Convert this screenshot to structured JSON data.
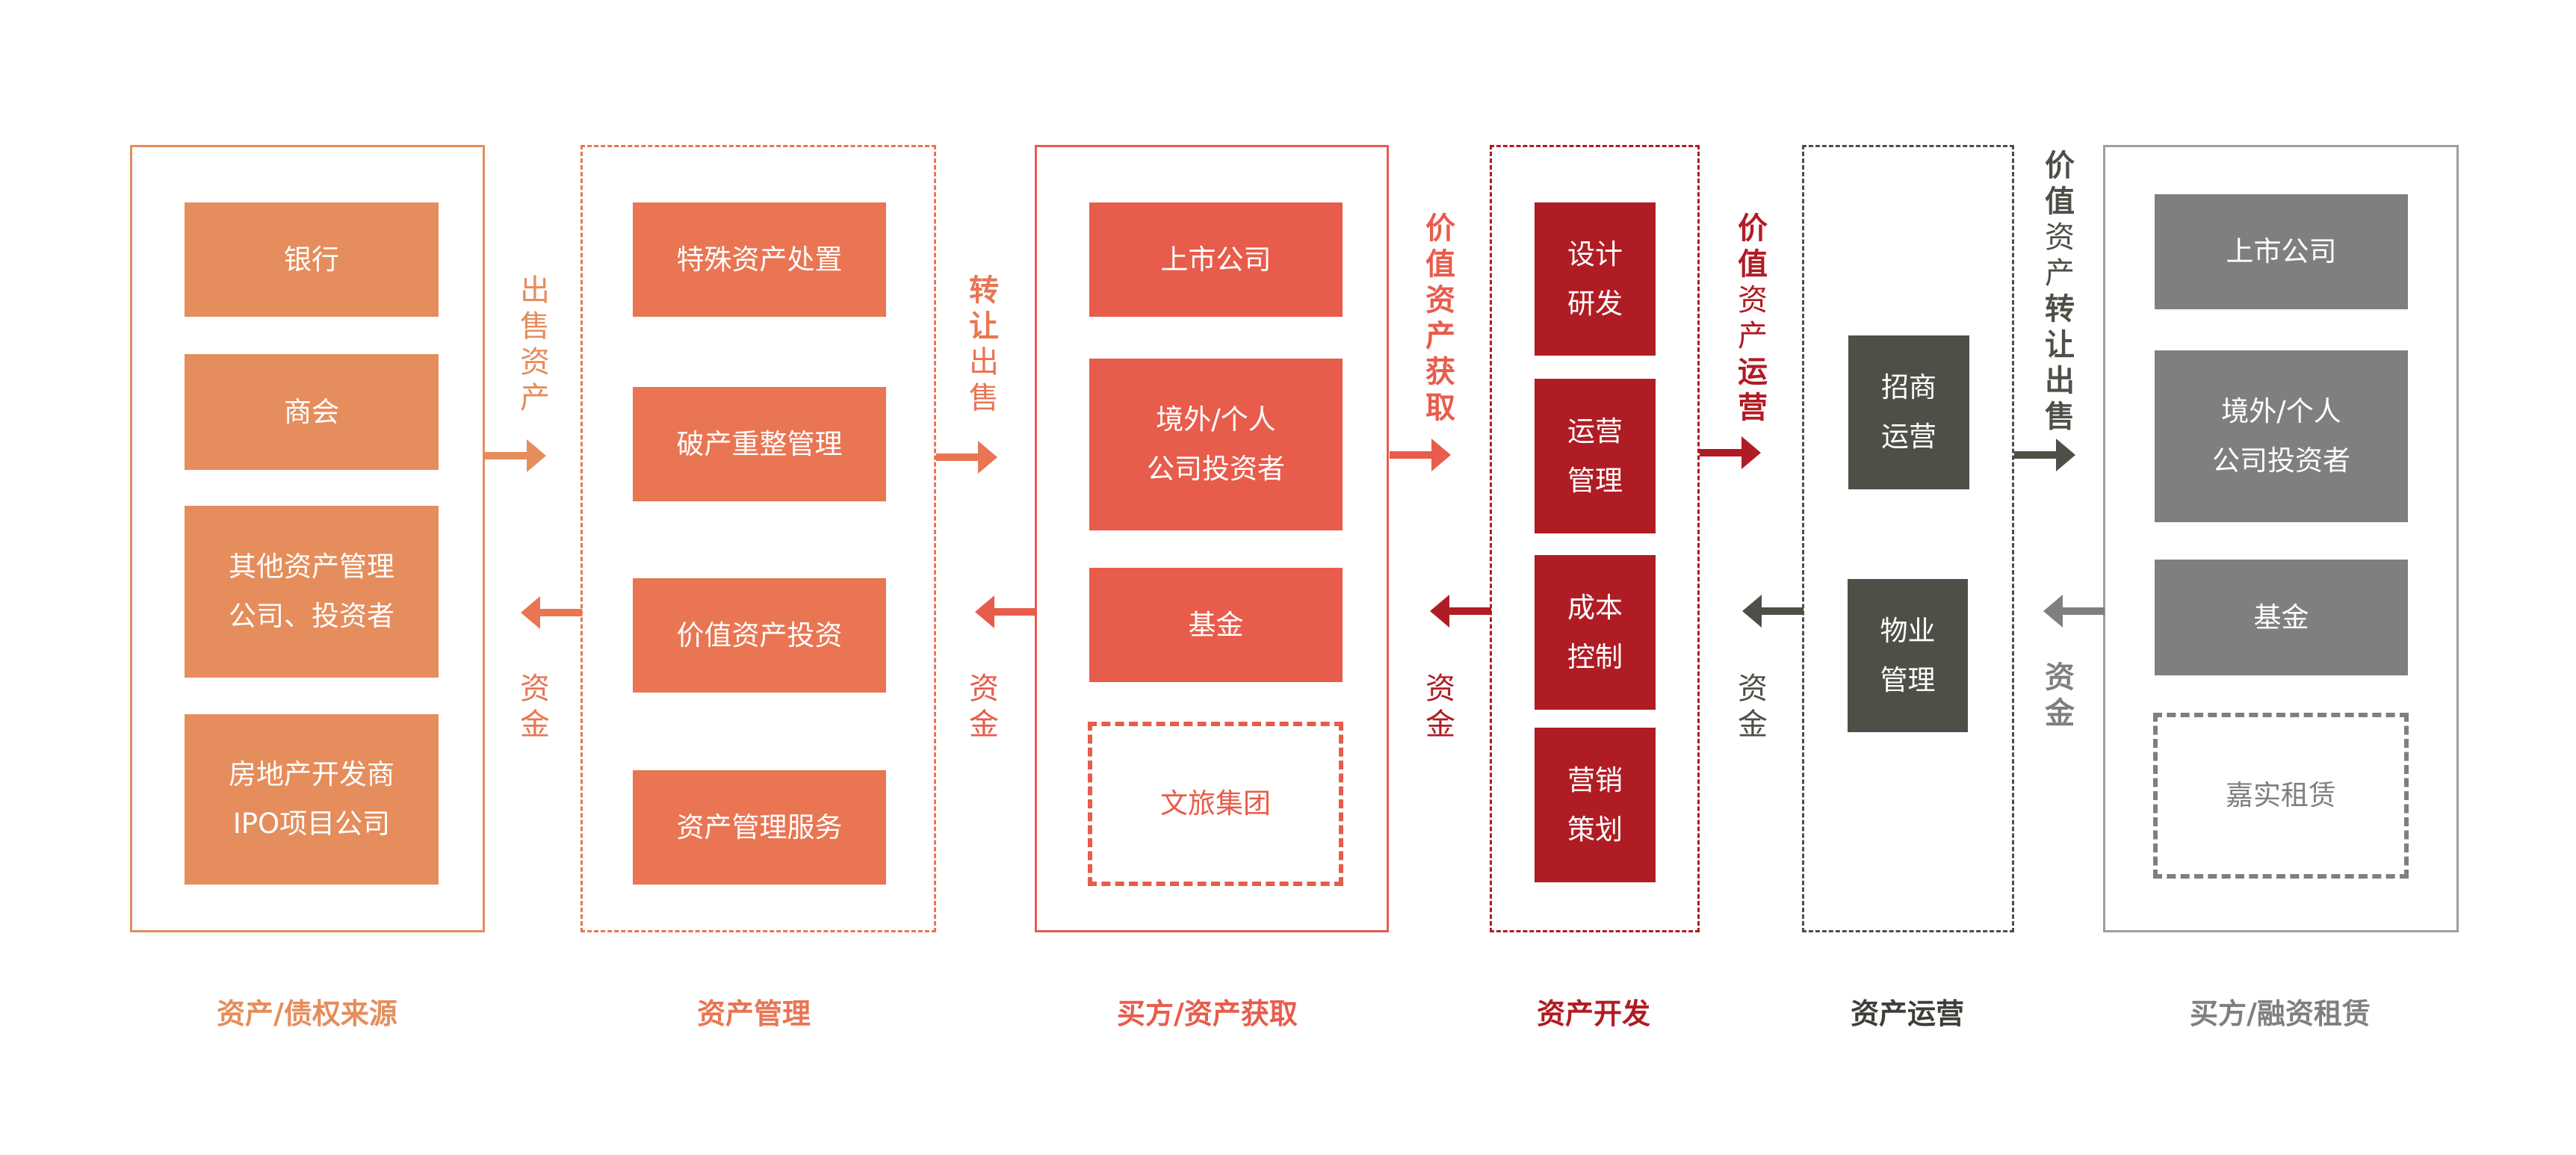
{
  "colors": {
    "col1": "#E58D5C",
    "col2": "#E97553",
    "col3": "#E85C4B",
    "col4": "#B01C24",
    "col5": "#4F4F48",
    "col6": "#7F7F7F",
    "col6_border": "#9E9E9E"
  },
  "columns": [
    {
      "id": "source",
      "title": "资产/债权来源",
      "frame": "solid",
      "tiles": [
        {
          "label": "银行",
          "style": "filled"
        },
        {
          "label": "商会",
          "style": "filled"
        },
        {
          "label": "其他资产管理\n公司、投资者",
          "style": "filled"
        },
        {
          "label": "房地产开发商\nIPO项目公司",
          "style": "filled"
        }
      ]
    },
    {
      "id": "management",
      "title": "资产管理",
      "frame": "dashed",
      "tiles": [
        {
          "label": "特殊资产处置",
          "style": "filled"
        },
        {
          "label": "破产重整管理",
          "style": "filled"
        },
        {
          "label": "价值资产投资",
          "style": "filled"
        },
        {
          "label": "资产管理服务",
          "style": "filled"
        }
      ]
    },
    {
      "id": "acquisition",
      "title": "买方/资产获取",
      "frame": "solid",
      "tiles": [
        {
          "label": "上市公司",
          "style": "filled"
        },
        {
          "label": "境外/个人\n公司投资者",
          "style": "filled"
        },
        {
          "label": "基金",
          "style": "filled"
        },
        {
          "label": "文旅集团",
          "style": "dashed"
        }
      ]
    },
    {
      "id": "development",
      "title": "资产开发",
      "frame": "dashed",
      "tiles": [
        {
          "label": "设计\n研发",
          "style": "filled"
        },
        {
          "label": "运营\n管理",
          "style": "filled"
        },
        {
          "label": "成本\n控制",
          "style": "filled"
        },
        {
          "label": "营销\n策划",
          "style": "filled"
        }
      ]
    },
    {
      "id": "operation",
      "title": "资产运营",
      "frame": "dashed",
      "tiles": [
        {
          "label": "招商\n运营",
          "style": "filled"
        },
        {
          "label": "物业\n管理",
          "style": "filled"
        }
      ]
    },
    {
      "id": "leasing",
      "title": "买方/融资租赁",
      "frame": "solid",
      "tiles": [
        {
          "label": "上市公司",
          "style": "filled"
        },
        {
          "label": "境外/个人\n公司投资者",
          "style": "filled"
        },
        {
          "label": "基金",
          "style": "filled"
        },
        {
          "label": "嘉实租赁",
          "style": "dashed"
        }
      ]
    }
  ],
  "connectors": [
    {
      "forward": {
        "chars": [
          {
            "t": "出",
            "b": false
          },
          {
            "t": "售",
            "b": false
          },
          {
            "t": "资",
            "b": false
          },
          {
            "t": "产",
            "b": false
          }
        ]
      },
      "backward": {
        "chars": [
          {
            "t": "资",
            "b": false
          },
          {
            "t": "金",
            "b": false
          }
        ]
      }
    },
    {
      "forward": {
        "chars": [
          {
            "t": "转",
            "b": true
          },
          {
            "t": "让",
            "b": true
          },
          {
            "t": "出",
            "b": false
          },
          {
            "t": "售",
            "b": false
          }
        ]
      },
      "backward": {
        "chars": [
          {
            "t": "资",
            "b": false
          },
          {
            "t": "金",
            "b": false
          }
        ]
      }
    },
    {
      "forward": {
        "chars": [
          {
            "t": "价",
            "b": true
          },
          {
            "t": "值",
            "b": true
          },
          {
            "t": "资",
            "b": true
          },
          {
            "t": "产",
            "b": true
          },
          {
            "t": "获",
            "b": true
          },
          {
            "t": "取",
            "b": true
          }
        ]
      },
      "backward": {
        "chars": [
          {
            "t": "资",
            "b": false
          },
          {
            "t": "金",
            "b": false
          }
        ]
      }
    },
    {
      "forward": {
        "chars": [
          {
            "t": "价",
            "b": true
          },
          {
            "t": "值",
            "b": true
          },
          {
            "t": "资",
            "b": false
          },
          {
            "t": "产",
            "b": false
          },
          {
            "t": "运",
            "b": true
          },
          {
            "t": "营",
            "b": true
          }
        ]
      },
      "backward": {
        "chars": [
          {
            "t": "资",
            "b": false
          },
          {
            "t": "金",
            "b": false
          }
        ]
      }
    },
    {
      "forward": {
        "chars": [
          {
            "t": "价",
            "b": true
          },
          {
            "t": "值",
            "b": true
          },
          {
            "t": "资",
            "b": false
          },
          {
            "t": "产",
            "b": false
          },
          {
            "t": "转",
            "b": true
          },
          {
            "t": "让",
            "b": true
          },
          {
            "t": "出",
            "b": true
          },
          {
            "t": "售",
            "b": true
          }
        ]
      },
      "backward": {
        "chars": [
          {
            "t": "资",
            "b": true
          },
          {
            "t": "金",
            "b": true
          }
        ]
      }
    }
  ]
}
